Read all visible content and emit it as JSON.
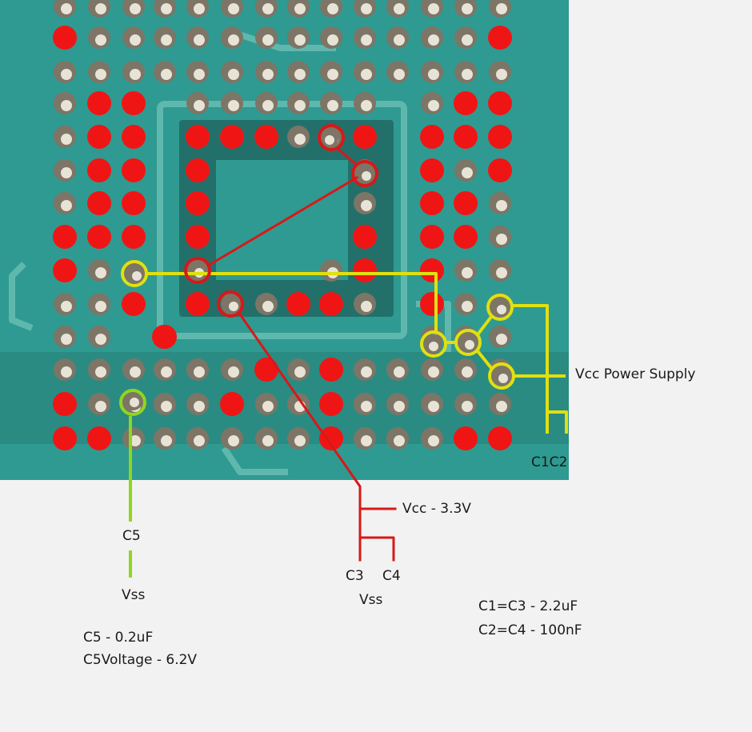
{
  "colors": {
    "board": "#2f9a91",
    "board_dark": "#23706b",
    "trace": "#5fb8ae",
    "pad_silver": "#c9c1b3",
    "pad_red": "#f01515",
    "vcc_supply": "#e0e010",
    "vcc_33": "#d81818",
    "vss": "#8fd61e",
    "background": "#f2f2f2"
  },
  "labels": {
    "vcc_power_supply": "Vcc Power Supply",
    "c1c2": "C1C2",
    "vcc_33v": "Vcc - 3.3V",
    "c3": "C3",
    "c4": "C4",
    "vss_red": "Vss",
    "c5": "C5",
    "vss_green": "Vss",
    "c5_cap": "C5 - 0.2uF",
    "c5_voltage": "C5Voltage - 6.2V",
    "c1_c3": "C1=C3 - 2.2uF",
    "c2_c4": "C2=C4 - 100nF"
  }
}
